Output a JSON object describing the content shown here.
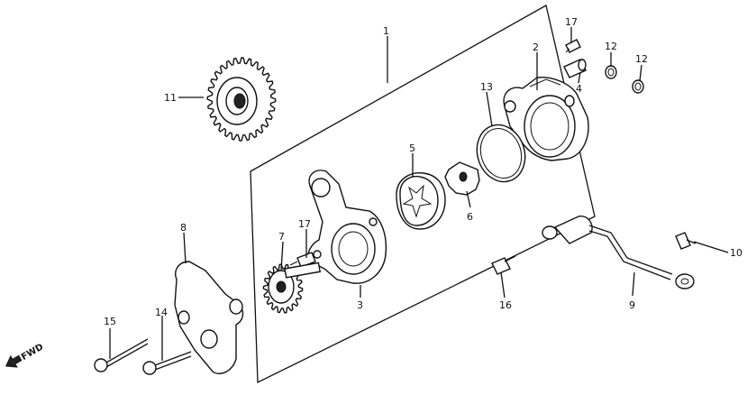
{
  "callouts": [
    {
      "id": "1",
      "text": "1"
    },
    {
      "id": "2",
      "text": "2"
    },
    {
      "id": "3",
      "text": "3"
    },
    {
      "id": "4",
      "text": "4"
    },
    {
      "id": "5",
      "text": "5"
    },
    {
      "id": "6",
      "text": "6"
    },
    {
      "id": "7",
      "text": "7"
    },
    {
      "id": "8",
      "text": "8"
    },
    {
      "id": "9",
      "text": "9"
    },
    {
      "id": "10",
      "text": "10"
    },
    {
      "id": "11",
      "text": "11"
    },
    {
      "id": "12a",
      "text": "12"
    },
    {
      "id": "12b",
      "text": "12"
    },
    {
      "id": "13",
      "text": "13"
    },
    {
      "id": "14",
      "text": "14"
    },
    {
      "id": "15",
      "text": "15"
    },
    {
      "id": "16",
      "text": "16"
    },
    {
      "id": "17a",
      "text": "17"
    },
    {
      "id": "17b",
      "text": "17"
    }
  ],
  "direction": {
    "text": "FWD"
  }
}
